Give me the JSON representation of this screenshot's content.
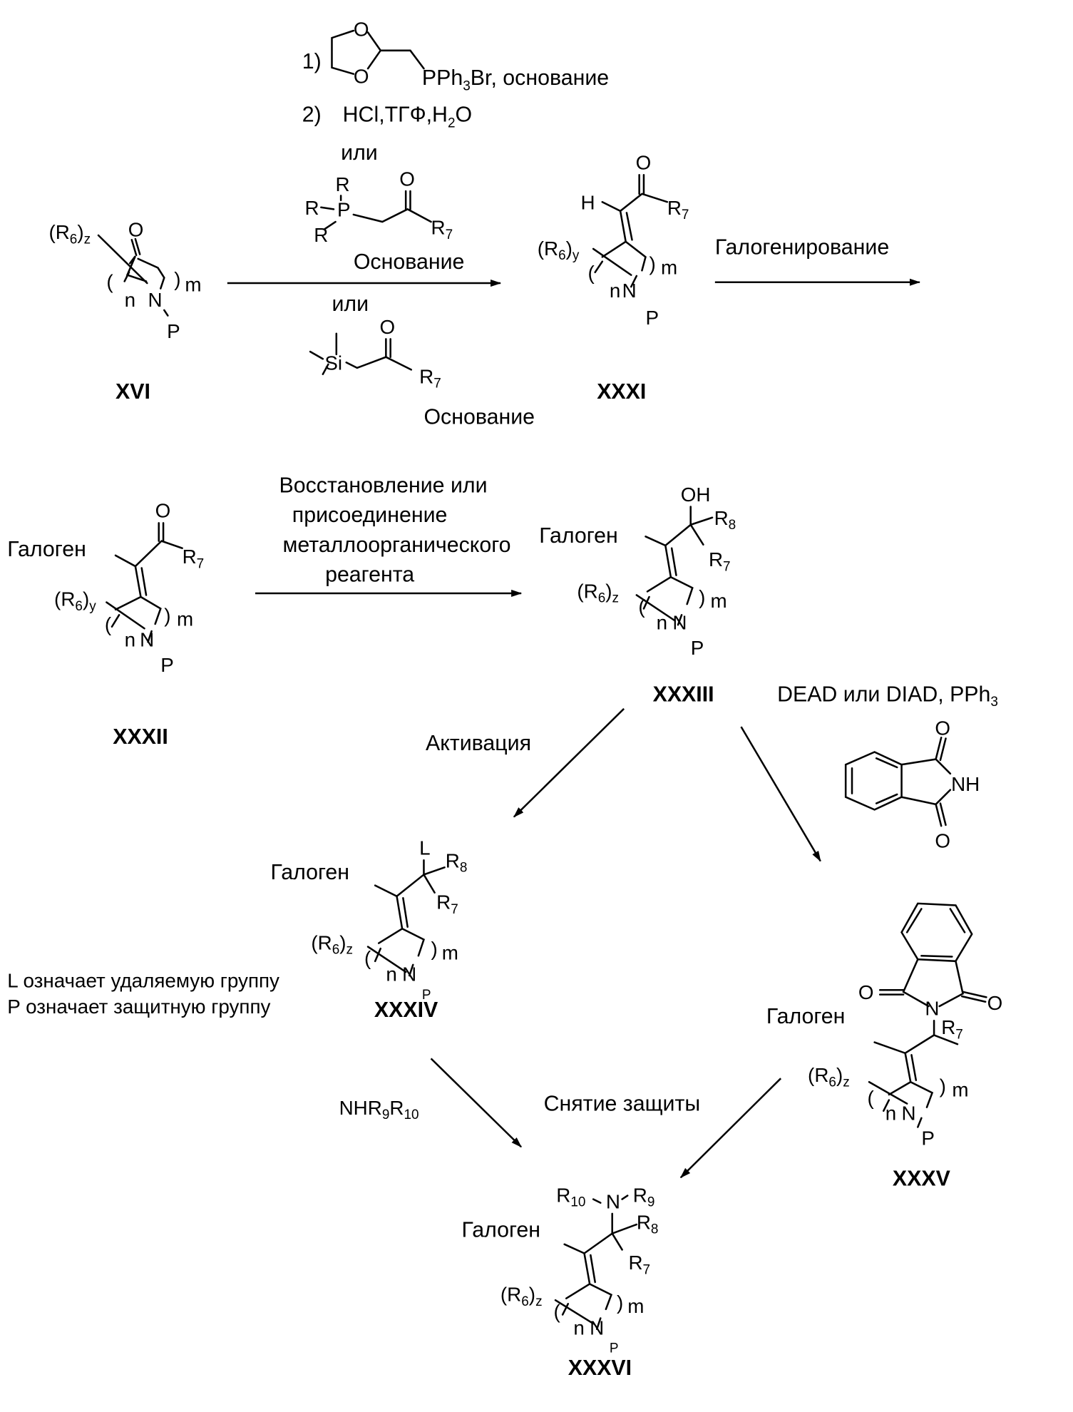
{
  "reagents_top": {
    "step1_num": "1)",
    "step1_reagent": "PPh",
    "step1_sub": "3",
    "step1_tail": "Br, основание",
    "step2_num": "2)",
    "step2_reagent": "HCl,ТГФ,H",
    "step2_sub": "2",
    "step2_tail": "O",
    "or_1": "или",
    "ylide_base": "Основание",
    "or_2": "или",
    "silyl_base": "Основание",
    "dioxolane_o": "O",
    "ylide_r": "R",
    "ylide_p": "P",
    "ylide_o": "O",
    "ylide_r7": "R",
    "r7_sub": "7",
    "silyl_si": "Si"
  },
  "compounds": {
    "xvi": "XVI",
    "xxxi": "XXXI",
    "xxxii": "XXXII",
    "xxxiii": "XXXIII",
    "xxxiv": "XXXIV",
    "xxxv": "XXXV",
    "xxxvi": "XXXVI"
  },
  "atoms": {
    "o": "O",
    "h": "H",
    "n": "N",
    "p": "P",
    "l": "L",
    "oh": "OH",
    "nh": "NH",
    "r6": "(R",
    "r6_sub": "6",
    "r6_close": ")",
    "z": "z",
    "y": "y",
    "ring_n": "n",
    "ring_m": "m",
    "open_paren": "(",
    "close_paren": ")",
    "r": "R",
    "sub7": "7",
    "sub8": "8",
    "sub9": "9",
    "sub10": "10",
    "halogen": "Галоген"
  },
  "conditions": {
    "halogenation": "Галогенирование",
    "reduction_1": "Восстановление или",
    "reduction_2": "присоединение",
    "reduction_3": "металлоорганического",
    "reduction_4": "реагента",
    "activation": "Активация",
    "mitsunobu_a": "DEAD или  DIAD, PPh",
    "mitsunobu_sub": "3",
    "amine_prefix": "NHR",
    "amine_sub9": "9",
    "amine_r": "R",
    "amine_sub10": "10",
    "deprotection": "Снятие защиты"
  },
  "legend": {
    "l_def": "L означает удаляемую группу",
    "p_def": "P означает защитную группу"
  }
}
